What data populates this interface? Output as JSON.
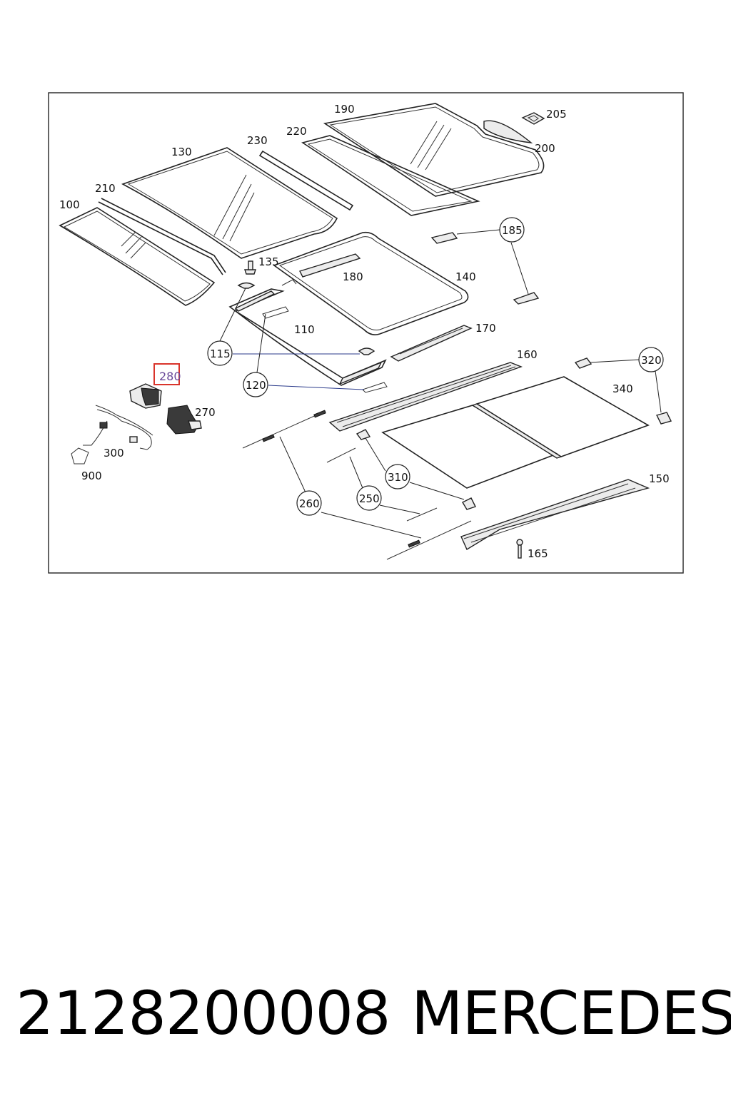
{
  "diagram": {
    "labels": {
      "l100": "100",
      "l130": "130",
      "l210": "210",
      "l230": "230",
      "l220": "220",
      "l190": "190",
      "l205": "205",
      "l200": "200",
      "l135": "135",
      "l180": "180",
      "l140": "140",
      "l185": "185",
      "l110": "110",
      "l170": "170",
      "l115": "115",
      "l160": "160",
      "l320": "320",
      "l280": "280",
      "l120": "120",
      "l340": "340",
      "l270": "270",
      "l300": "300",
      "l900": "900",
      "l310": "310",
      "l150": "150",
      "l250": "250",
      "l260": "260",
      "l165": "165"
    },
    "highlight_color": "#d9342b"
  },
  "footer": {
    "part_number": "2128200008",
    "brand": "MERCEDES"
  }
}
